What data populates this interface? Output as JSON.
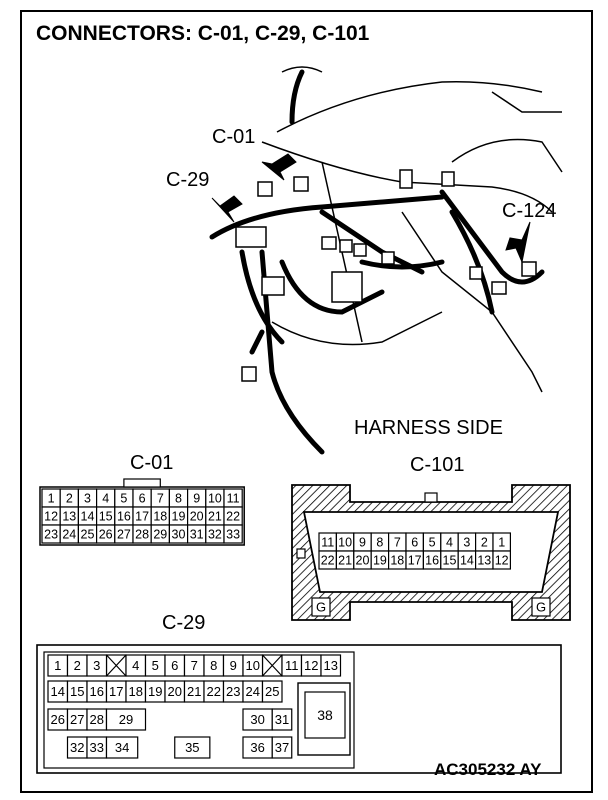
{
  "title": "CONNECTORS: C-01, C-29, C-101",
  "callouts": {
    "c01": "C-01",
    "c29": "C-29",
    "c124": "C-124"
  },
  "harness_side": "HARNESS SIDE",
  "connectors": {
    "c01": {
      "label": "C-01",
      "row1": [
        "1",
        "2",
        "3",
        "4",
        "5",
        "6",
        "7",
        "8",
        "9",
        "10",
        "11"
      ],
      "row2": [
        "12",
        "13",
        "14",
        "15",
        "16",
        "17",
        "18",
        "19",
        "20",
        "21",
        "22"
      ],
      "row3": [
        "23",
        "24",
        "25",
        "26",
        "27",
        "28",
        "29",
        "30",
        "31",
        "32",
        "33"
      ]
    },
    "c101": {
      "label": "C-101",
      "row1": [
        "11",
        "10",
        "9",
        "8",
        "7",
        "6",
        "5",
        "4",
        "3",
        "2",
        "1"
      ],
      "row2": [
        "22",
        "21",
        "20",
        "19",
        "18",
        "17",
        "16",
        "15",
        "14",
        "13",
        "12"
      ],
      "ground_left": "G",
      "ground_right": "G"
    },
    "c29": {
      "label": "C-29",
      "row1": [
        "1",
        "2",
        "3",
        "4",
        "5",
        "6",
        "7",
        "8",
        "9",
        "10",
        "11",
        "12",
        "13"
      ],
      "row2": [
        "14",
        "15",
        "16",
        "17",
        "18",
        "19",
        "20",
        "21",
        "22",
        "23",
        "24",
        "25"
      ],
      "row3": [
        "26",
        "27",
        "28",
        "29",
        "30",
        "31",
        "38"
      ],
      "row4": [
        "32",
        "33",
        "34",
        "35",
        "36",
        "37"
      ]
    }
  },
  "figure_code": "AC305232 AY"
}
